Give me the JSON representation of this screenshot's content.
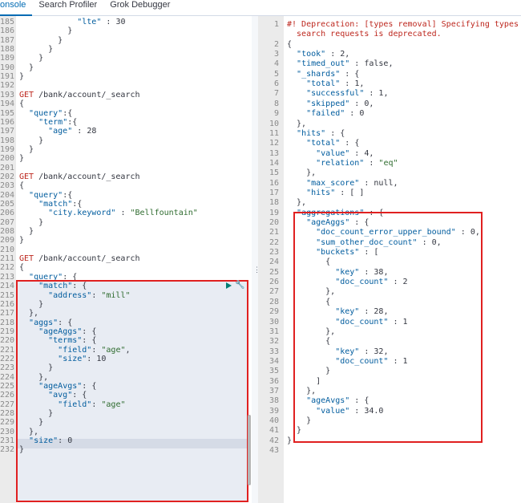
{
  "tabs": [
    {
      "label": "onsole",
      "active": true
    },
    {
      "label": "Search Profiler",
      "active": false
    },
    {
      "label": "Grok Debugger",
      "active": false
    }
  ],
  "left_lines": [
    {
      "n": "185",
      "t": "            \"lte\" : 30"
    },
    {
      "n": "186",
      "t": "          }"
    },
    {
      "n": "187",
      "t": "        }"
    },
    {
      "n": "188",
      "t": "      }"
    },
    {
      "n": "189",
      "t": "    }"
    },
    {
      "n": "190",
      "t": "  }"
    },
    {
      "n": "191",
      "t": "}"
    },
    {
      "n": "192",
      "t": ""
    },
    {
      "n": "193",
      "t": "GET /bank/account/_search"
    },
    {
      "n": "194",
      "t": "{"
    },
    {
      "n": "195",
      "t": "  \"query\":{"
    },
    {
      "n": "196",
      "t": "    \"term\":{"
    },
    {
      "n": "197",
      "t": "      \"age\" : 28"
    },
    {
      "n": "198",
      "t": "    }"
    },
    {
      "n": "199",
      "t": "  }"
    },
    {
      "n": "200",
      "t": "}"
    },
    {
      "n": "201",
      "t": ""
    },
    {
      "n": "202",
      "t": "GET /bank/account/_search"
    },
    {
      "n": "203",
      "t": "{"
    },
    {
      "n": "204",
      "t": "  \"query\":{"
    },
    {
      "n": "205",
      "t": "    \"match\":{"
    },
    {
      "n": "206",
      "t": "      \"city.keyword\" : \"Bellfountain\""
    },
    {
      "n": "207",
      "t": "    }"
    },
    {
      "n": "208",
      "t": "  }"
    },
    {
      "n": "209",
      "t": "}"
    },
    {
      "n": "210",
      "t": ""
    },
    {
      "n": "211",
      "t": "GET /bank/account/_search"
    },
    {
      "n": "212",
      "t": "{"
    },
    {
      "n": "213",
      "t": "  \"query\": {"
    },
    {
      "n": "214",
      "t": "    \"match\": {"
    },
    {
      "n": "215",
      "t": "      \"address\": \"mill\""
    },
    {
      "n": "216",
      "t": "    }"
    },
    {
      "n": "217",
      "t": "  },"
    },
    {
      "n": "218",
      "t": "  \"aggs\": {"
    },
    {
      "n": "219",
      "t": "    \"ageAggs\": {"
    },
    {
      "n": "220",
      "t": "      \"terms\": {"
    },
    {
      "n": "221",
      "t": "        \"field\": \"age\","
    },
    {
      "n": "222",
      "t": "        \"size\": 10"
    },
    {
      "n": "223",
      "t": "      }"
    },
    {
      "n": "224",
      "t": "    },"
    },
    {
      "n": "225",
      "t": "    \"ageAvgs\": {"
    },
    {
      "n": "226",
      "t": "      \"avg\": {"
    },
    {
      "n": "227",
      "t": "        \"field\": \"age\""
    },
    {
      "n": "228",
      "t": "      }"
    },
    {
      "n": "229",
      "t": "    }"
    },
    {
      "n": "230",
      "t": "  },"
    },
    {
      "n": "231",
      "t": "  \"size\": 0"
    },
    {
      "n": "232",
      "t": "}"
    }
  ],
  "right_lines": [
    {
      "n": "1",
      "t": "#! Deprecation: [types removal] Specifying types in"
    },
    {
      "n": "",
      "t": "  search requests is deprecated."
    },
    {
      "n": "2",
      "t": "{"
    },
    {
      "n": "3",
      "t": "  \"took\" : 2,"
    },
    {
      "n": "4",
      "t": "  \"timed_out\" : false,"
    },
    {
      "n": "5",
      "t": "  \"_shards\" : {"
    },
    {
      "n": "6",
      "t": "    \"total\" : 1,"
    },
    {
      "n": "7",
      "t": "    \"successful\" : 1,"
    },
    {
      "n": "8",
      "t": "    \"skipped\" : 0,"
    },
    {
      "n": "9",
      "t": "    \"failed\" : 0"
    },
    {
      "n": "10",
      "t": "  },"
    },
    {
      "n": "11",
      "t": "  \"hits\" : {"
    },
    {
      "n": "12",
      "t": "    \"total\" : {"
    },
    {
      "n": "13",
      "t": "      \"value\" : 4,"
    },
    {
      "n": "14",
      "t": "      \"relation\" : \"eq\""
    },
    {
      "n": "15",
      "t": "    },"
    },
    {
      "n": "16",
      "t": "    \"max_score\" : null,"
    },
    {
      "n": "17",
      "t": "    \"hits\" : [ ]"
    },
    {
      "n": "18",
      "t": "  },"
    },
    {
      "n": "19",
      "t": "  \"aggregations\" : {"
    },
    {
      "n": "20",
      "t": "    \"ageAggs\" : {"
    },
    {
      "n": "21",
      "t": "      \"doc_count_error_upper_bound\" : 0,"
    },
    {
      "n": "22",
      "t": "      \"sum_other_doc_count\" : 0,"
    },
    {
      "n": "23",
      "t": "      \"buckets\" : ["
    },
    {
      "n": "24",
      "t": "        {"
    },
    {
      "n": "25",
      "t": "          \"key\" : 38,"
    },
    {
      "n": "26",
      "t": "          \"doc_count\" : 2"
    },
    {
      "n": "27",
      "t": "        },"
    },
    {
      "n": "28",
      "t": "        {"
    },
    {
      "n": "29",
      "t": "          \"key\" : 28,"
    },
    {
      "n": "30",
      "t": "          \"doc_count\" : 1"
    },
    {
      "n": "31",
      "t": "        },"
    },
    {
      "n": "32",
      "t": "        {"
    },
    {
      "n": "33",
      "t": "          \"key\" : 32,"
    },
    {
      "n": "34",
      "t": "          \"doc_count\" : 1"
    },
    {
      "n": "35",
      "t": "        }"
    },
    {
      "n": "36",
      "t": "      ]"
    },
    {
      "n": "37",
      "t": "    },"
    },
    {
      "n": "38",
      "t": "    \"ageAvgs\" : {"
    },
    {
      "n": "39",
      "t": "      \"value\" : 34.0"
    },
    {
      "n": "40",
      "t": "    }"
    },
    {
      "n": "41",
      "t": "  }"
    },
    {
      "n": "42",
      "t": "}"
    },
    {
      "n": "43",
      "t": ""
    }
  ],
  "divider_handle": "⋮",
  "colors": {
    "highlight": "#e02020",
    "link": "#006bb4",
    "run": "#017d73"
  },
  "icons": {
    "run": "play-icon",
    "settings": "wrench-icon"
  }
}
